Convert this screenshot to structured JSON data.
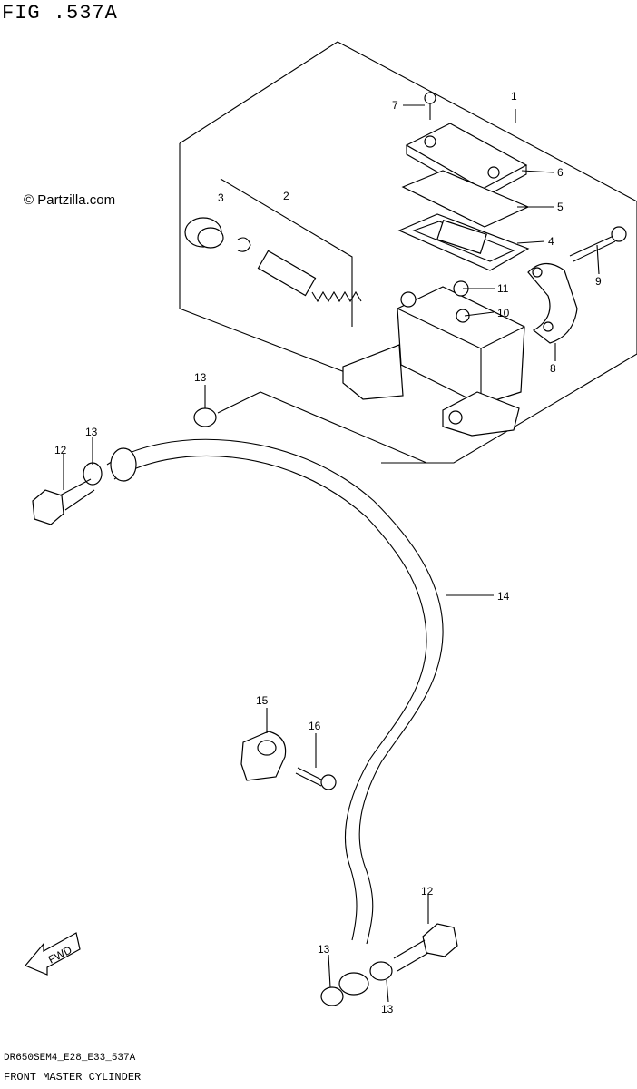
{
  "figure": {
    "title": "FIG .537A",
    "watermark": "© Partzilla.com",
    "model_code": "DR650SEM4_E28_E33_537A",
    "name": "FRONT MASTER CYLINDER"
  },
  "fwd_label": "FWD",
  "callouts": [
    "1",
    "2",
    "3",
    "4",
    "5",
    "6",
    "7",
    "8",
    "9",
    "10",
    "11",
    "12",
    "12",
    "13",
    "13",
    "13",
    "13",
    "14",
    "15",
    "16"
  ]
}
